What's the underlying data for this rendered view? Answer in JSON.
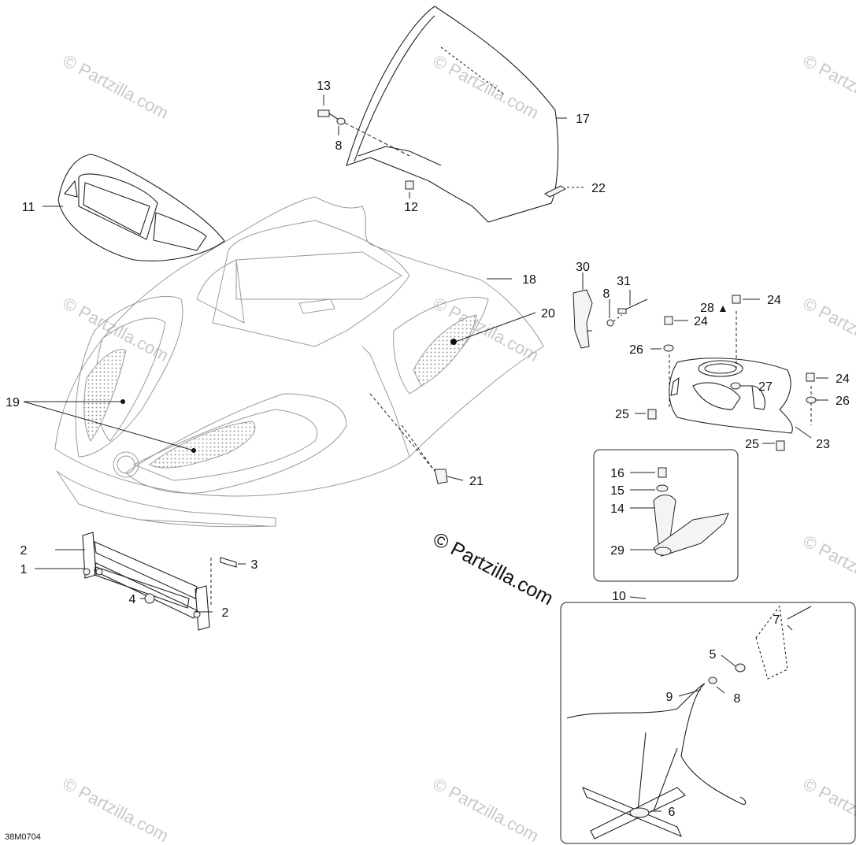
{
  "diagram": {
    "callouts": [
      {
        "id": "c1",
        "text": "1"
      },
      {
        "id": "c2a",
        "text": "2"
      },
      {
        "id": "c2b",
        "text": "2"
      },
      {
        "id": "c3",
        "text": "3"
      },
      {
        "id": "c4",
        "text": "4"
      },
      {
        "id": "c5",
        "text": "5"
      },
      {
        "id": "c6",
        "text": "6"
      },
      {
        "id": "c7",
        "text": "7"
      },
      {
        "id": "c8a",
        "text": "8"
      },
      {
        "id": "c8b",
        "text": "8"
      },
      {
        "id": "c8c",
        "text": "8"
      },
      {
        "id": "c9",
        "text": "9"
      },
      {
        "id": "c10",
        "text": "10"
      },
      {
        "id": "c11",
        "text": "11"
      },
      {
        "id": "c12",
        "text": "12"
      },
      {
        "id": "c13",
        "text": "13"
      },
      {
        "id": "c14",
        "text": "14"
      },
      {
        "id": "c15",
        "text": "15"
      },
      {
        "id": "c16",
        "text": "16"
      },
      {
        "id": "c17",
        "text": "17"
      },
      {
        "id": "c18",
        "text": "18"
      },
      {
        "id": "c19",
        "text": "19"
      },
      {
        "id": "c20",
        "text": "20"
      },
      {
        "id": "c21",
        "text": "21"
      },
      {
        "id": "c22",
        "text": "22"
      },
      {
        "id": "c23",
        "text": "23"
      },
      {
        "id": "c24a",
        "text": "24"
      },
      {
        "id": "c24b",
        "text": "24"
      },
      {
        "id": "c24c",
        "text": "24"
      },
      {
        "id": "c25a",
        "text": "25"
      },
      {
        "id": "c25b",
        "text": "25"
      },
      {
        "id": "c26a",
        "text": "26"
      },
      {
        "id": "c26b",
        "text": "26"
      },
      {
        "id": "c27",
        "text": "27"
      },
      {
        "id": "c28",
        "text": "28"
      },
      {
        "id": "c29",
        "text": "29"
      },
      {
        "id": "c30",
        "text": "30"
      },
      {
        "id": "c31",
        "text": "31"
      }
    ],
    "reference_code": "38M0704",
    "watermark_center": "© Partzilla.com",
    "watermark_tile": "© Partzilla.com",
    "colors": {
      "line": "#222222",
      "ghost": "#9a9a9a",
      "watermark": "#c9c9c9",
      "background": "#ffffff"
    }
  }
}
